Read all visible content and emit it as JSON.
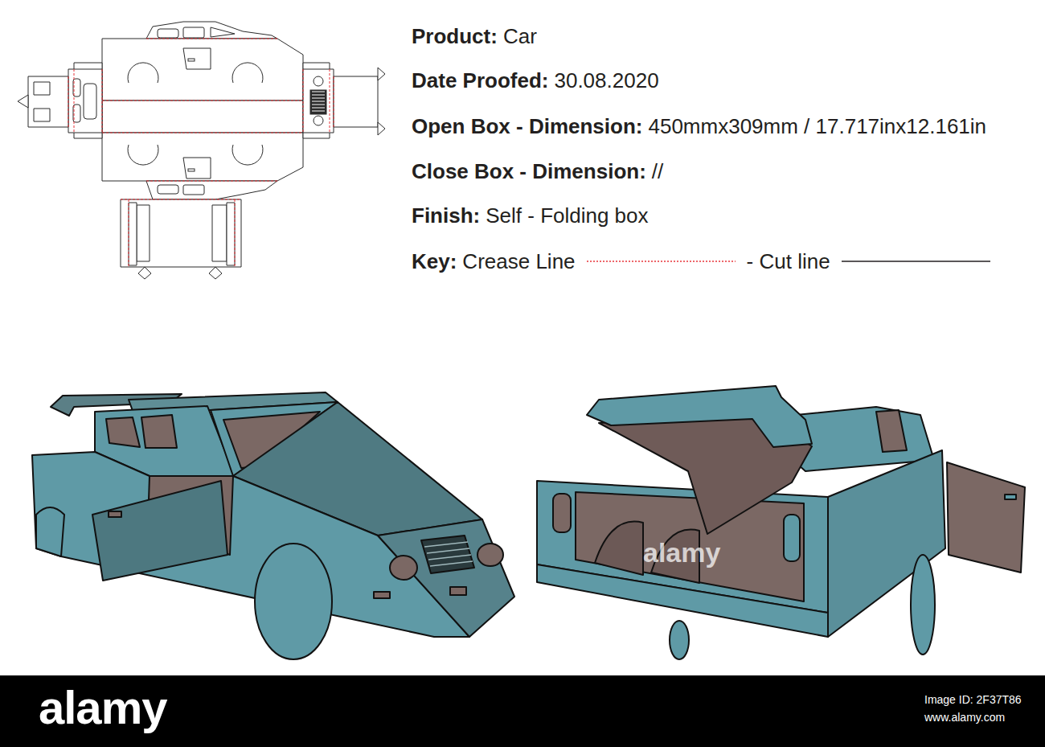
{
  "diagram": {
    "labels": [
      "Product:",
      "Car",
      "Date Proofed:",
      "30.08.2020",
      "Open Box - Dimension:",
      "450mmx309mm / 17.717inx12.161in",
      "Close Box - Dimension:",
      "//",
      "Finish:",
      "Self - Folding box",
      "Key:",
      "alamy",
      "alamy",
      "Image ID: 2F37T86",
      "www.alamy.com"
    ],
    "legend": [
      {
        "text": "Crease Line"
      },
      {
        "text": "- Cut line"
      }
    ]
  }
}
